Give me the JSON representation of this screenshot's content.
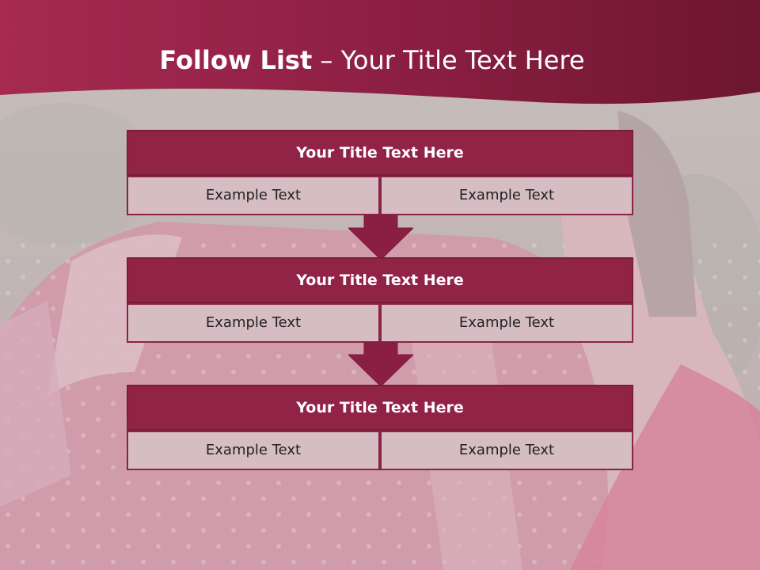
{
  "slide": {
    "title_bold": "Follow List",
    "title_rest": " – Your Title Text Here"
  },
  "blocks": [
    {
      "title": "Your Title Text Here",
      "left": "Example Text",
      "right": "Example Text"
    },
    {
      "title": "Your Title Text Here",
      "left": "Example Text",
      "right": "Example Text"
    },
    {
      "title": "Your Title Text Here",
      "left": "Example Text",
      "right": "Example Text"
    }
  ],
  "colors": {
    "header_band": "#8c1f44",
    "block_head": "#912346",
    "cell_fill": "#d5bdc3",
    "arrow": "#8a1f43"
  }
}
